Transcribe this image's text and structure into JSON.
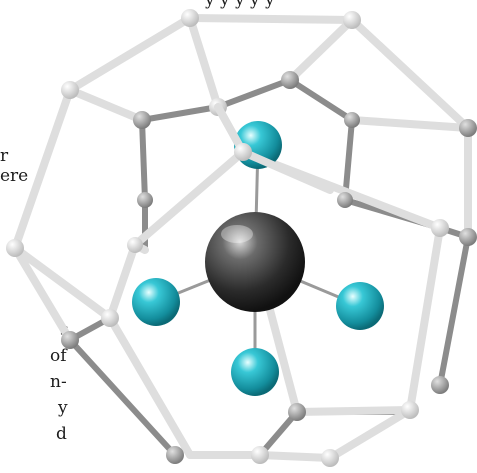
{
  "text_fragments": [
    {
      "id": "top",
      "text": "y y y y y"
    },
    {
      "id": "l1",
      "text": "r"
    },
    {
      "id": "l2",
      "text": "ere"
    },
    {
      "id": "l3",
      "text": "s"
    },
    {
      "id": "l4",
      "text": "of"
    },
    {
      "id": "l5",
      "text": "n-"
    },
    {
      "id": "l6",
      "text": "y"
    },
    {
      "id": "l7",
      "text": "d"
    }
  ],
  "colors": {
    "cage_bond_light": "#dcdcdc",
    "cage_bond_dark": "#8c8c8c",
    "cage_node": "#bdbdbd",
    "central_atom": "#3a3a3a",
    "ligand_atom": "#1aa9b8",
    "inner_bond": "#9a9a9a"
  }
}
